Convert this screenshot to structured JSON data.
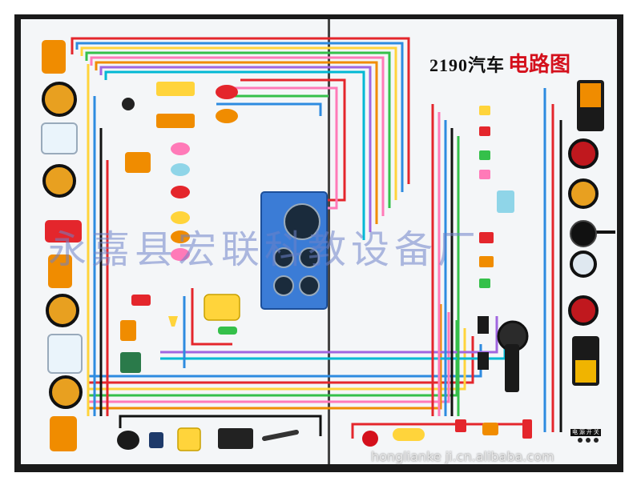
{
  "title": {
    "model": "2190汽车",
    "main": "电路图"
  },
  "watermark": "永嘉县宏联科教设备厂",
  "footer_url": "honglianke ji.cn.alibaba.com",
  "bottom_right_label": "电 源 开 关",
  "colors": {
    "board_frame": "#1a1a1a",
    "board_bg": "#f4f6f8",
    "accent_red": "#d4101c",
    "wire_palette": [
      "#e4262c",
      "#2d8be0",
      "#ffd43b",
      "#35c04a",
      "#ff7ab8",
      "#f08c00",
      "#111111",
      "#a066e0",
      "#00b8d4"
    ]
  }
}
